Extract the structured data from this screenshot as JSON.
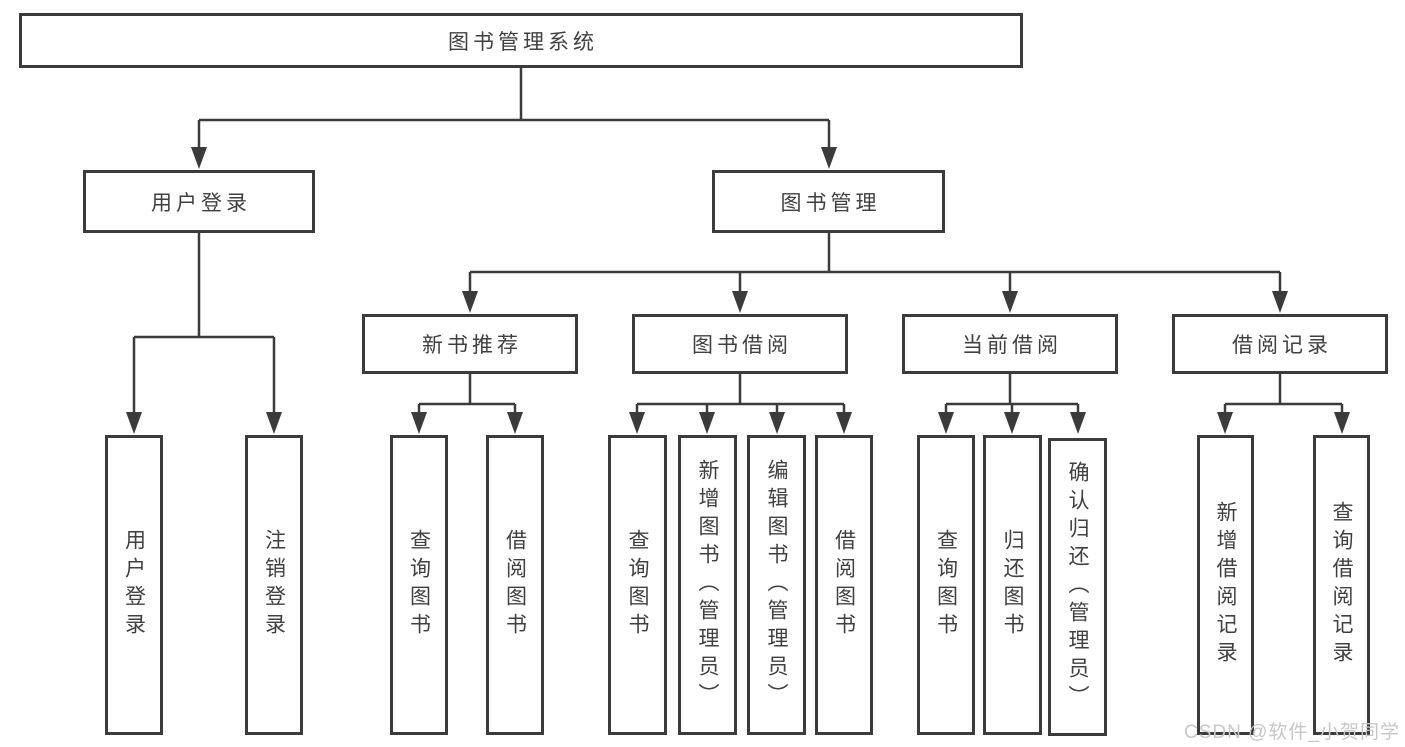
{
  "diagram": {
    "type": "org-hierarchy-tree",
    "colors": {
      "line": "#3b3b3b",
      "box_border": "#3b3b3b",
      "text": "#404040",
      "watermark": "#c7c7c7",
      "background": "#ffffff"
    },
    "root": {
      "label": "图书管理系统"
    },
    "branches": [
      {
        "label": "用户登录",
        "children": [
          {
            "label": "用户登录"
          },
          {
            "label": "注销登录"
          }
        ]
      },
      {
        "label": "图书管理",
        "children": [
          {
            "label": "新书推荐",
            "children": [
              {
                "label": "查询图书"
              },
              {
                "label": "借阅图书"
              }
            ]
          },
          {
            "label": "图书借阅",
            "children": [
              {
                "label": "查询图书"
              },
              {
                "label": "新增图书（管理员）"
              },
              {
                "label": "编辑图书（管理员）"
              },
              {
                "label": "借阅图书"
              }
            ]
          },
          {
            "label": "当前借阅",
            "children": [
              {
                "label": "查询图书"
              },
              {
                "label": "归还图书"
              },
              {
                "label": "确认归还（管理员）"
              }
            ]
          },
          {
            "label": "借阅记录",
            "children": [
              {
                "label": "新增借阅记录"
              },
              {
                "label": "查询借阅记录"
              }
            ]
          }
        ]
      }
    ],
    "watermark": {
      "text": "CSDN @软件_小贺同学"
    }
  }
}
